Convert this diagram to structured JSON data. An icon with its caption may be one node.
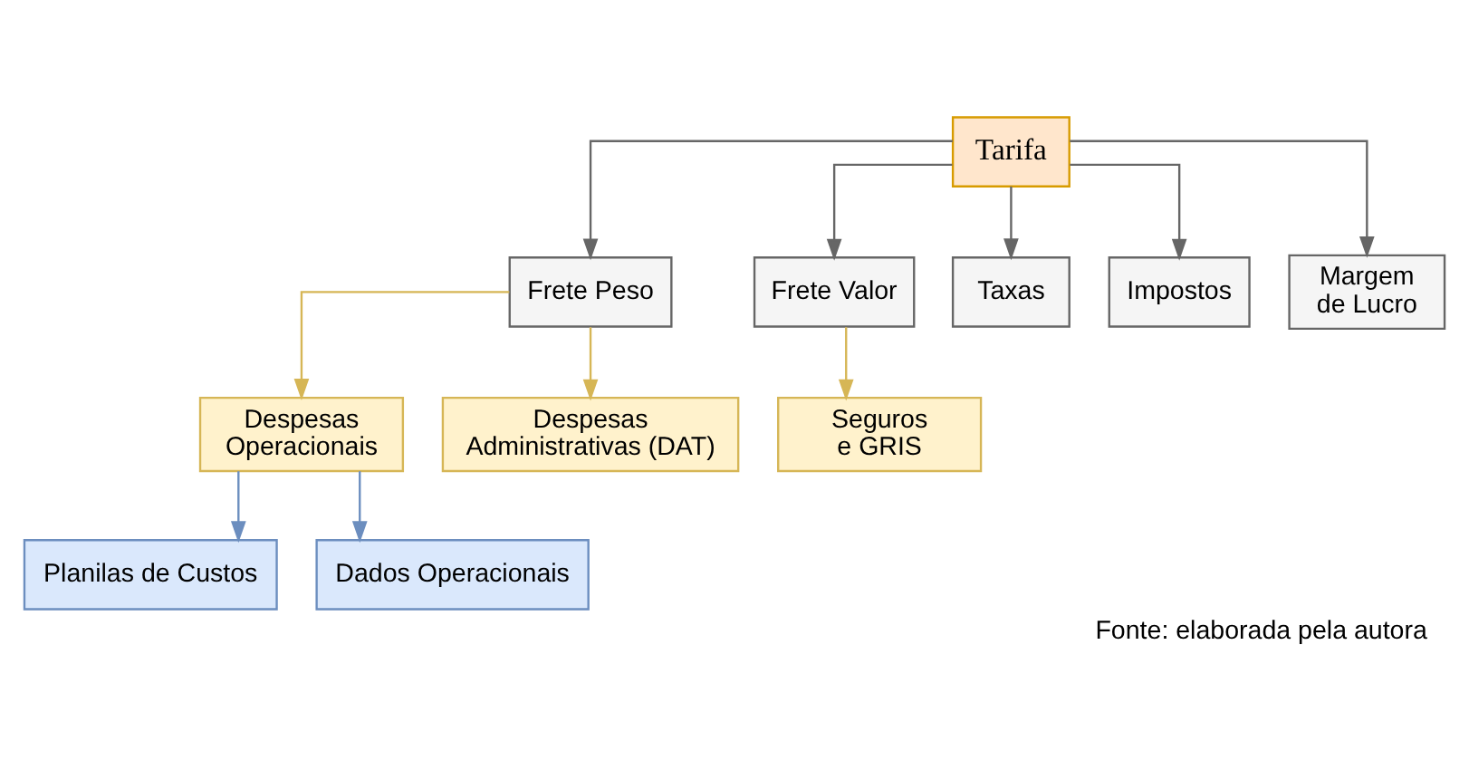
{
  "diagram": {
    "caption": "Fonte: elaborada pela autora",
    "nodes": [
      {
        "text": [
          "Tarifa"
        ]
      },
      {
        "text": [
          "Frete Peso"
        ]
      },
      {
        "text": [
          "Frete Valor"
        ]
      },
      {
        "text": [
          "Taxas"
        ]
      },
      {
        "text": [
          "Impostos"
        ]
      },
      {
        "text": [
          "Margem de Lucro"
        ]
      },
      {
        "text": [
          "Despesas Operacionais"
        ]
      },
      {
        "text": [
          "Despesas Administrativas (DAT)"
        ]
      },
      {
        "text": [
          "Seguros e GRIS"
        ]
      },
      {
        "text": [
          "Planilas de Custos"
        ]
      },
      {
        "text": [
          "Dados Operacionais"
        ]
      }
    ],
    "edges": [
      {
        "from": 0,
        "to": 1,
        "arrow": "to"
      },
      {
        "from": 0,
        "to": 2,
        "arrow": "to"
      },
      {
        "from": 0,
        "to": 3,
        "arrow": "to"
      },
      {
        "from": 0,
        "to": 4,
        "arrow": "to"
      },
      {
        "from": 0,
        "to": 5,
        "arrow": "to"
      },
      {
        "from": 1,
        "to": 6,
        "arrow": "to",
        "color": "#d6b656"
      },
      {
        "from": 1,
        "to": 7,
        "arrow": "to",
        "color": "#d6b656"
      },
      {
        "from": 2,
        "to": 8,
        "arrow": "to",
        "color": "#d6b656"
      },
      {
        "from": 6,
        "to": 9,
        "arrow": "to",
        "color": "#6c8ebf"
      },
      {
        "from": 6,
        "to": 10,
        "arrow": "to",
        "color": "#6c8ebf"
      }
    ]
  }
}
